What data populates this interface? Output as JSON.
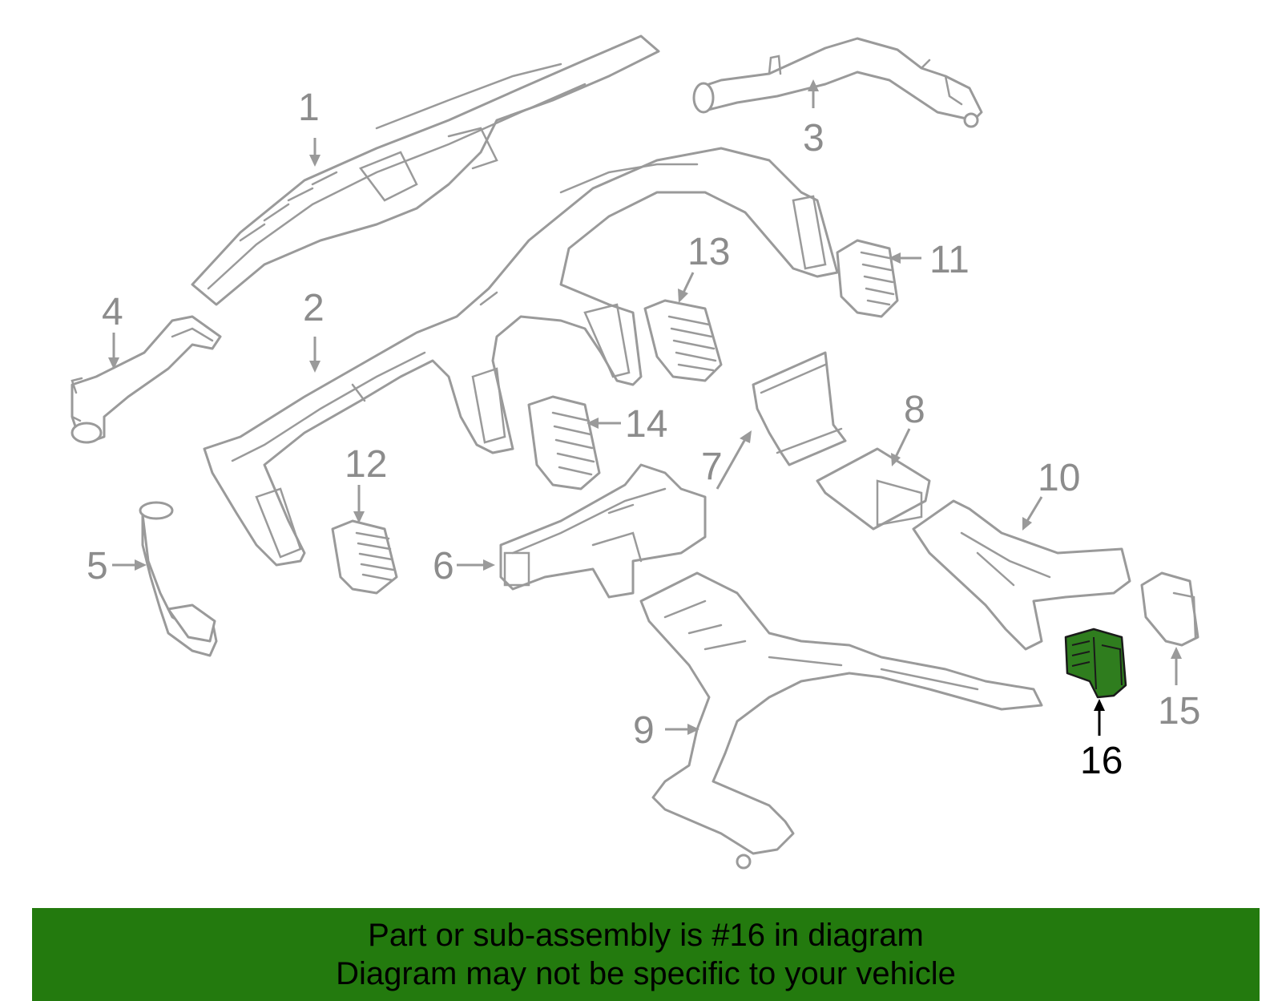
{
  "diagram": {
    "callouts": {
      "c1": "1",
      "c2": "2",
      "c3": "3",
      "c4": "4",
      "c5": "5",
      "c6": "6",
      "c7": "7",
      "c8": "8",
      "c9": "9",
      "c10": "10",
      "c11": "11",
      "c12": "12",
      "c13": "13",
      "c14": "14",
      "c15": "15",
      "c16": "16"
    },
    "highlighted_part": "16",
    "colors": {
      "line_art": "#9a9a9a",
      "callout_text": "#8c8c8c",
      "highlight_fill": "#2f7d1e",
      "banner": "#237a0e"
    }
  },
  "footer": {
    "line1": "Part or sub-assembly is #16 in diagram",
    "line2": "Diagram may not be specific to your vehicle"
  }
}
